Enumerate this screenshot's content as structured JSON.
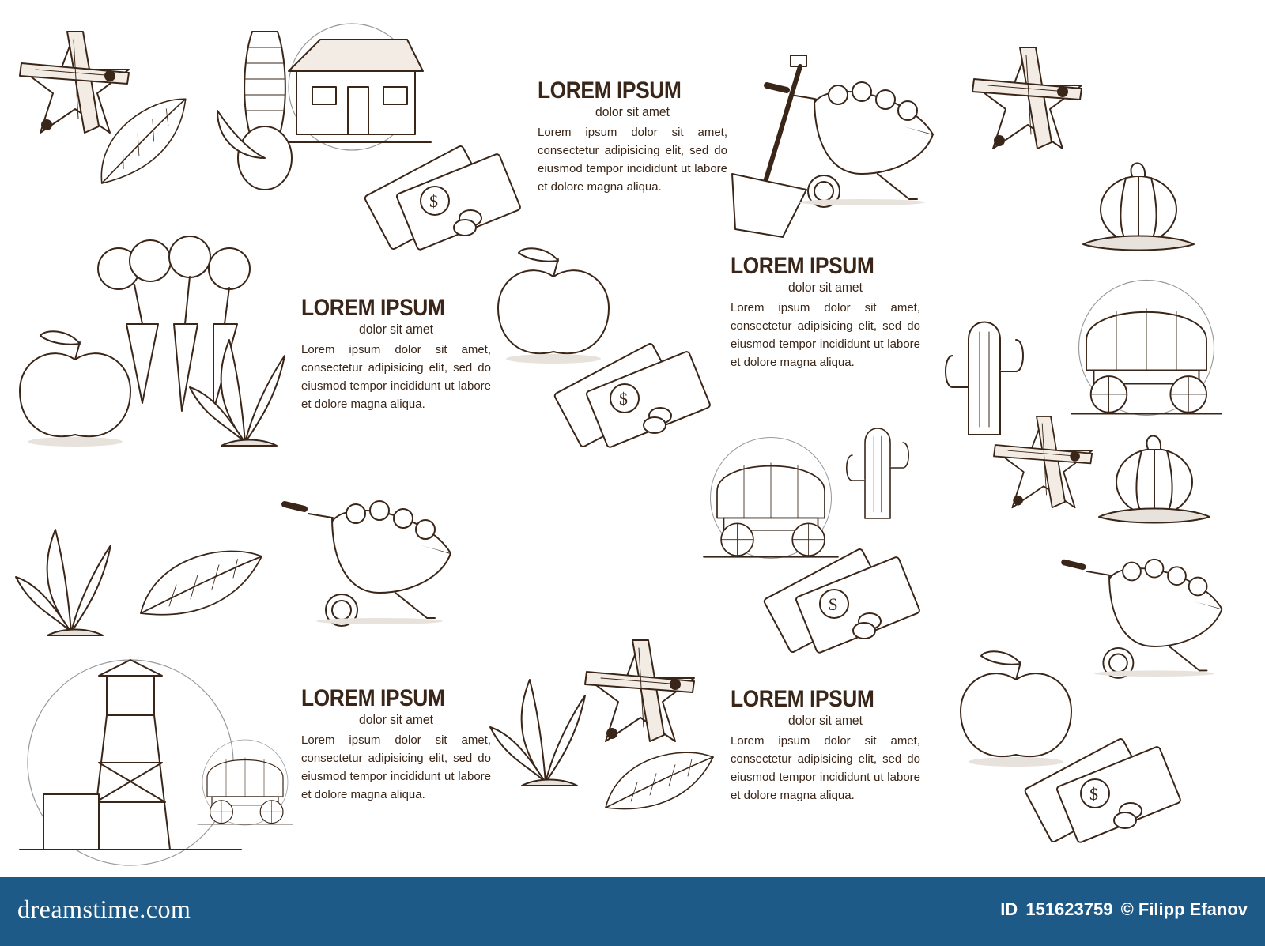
{
  "blocks": [
    {
      "title": "LOREM IPSUM",
      "subtitle": "dolor sit amet",
      "body": "Lorem ipsum dolor sit amet, consectetur adipisicing elit, sed do eiusmod tempor incididunt ut labore et dolore magna aliqua."
    },
    {
      "title": "LOREM IPSUM",
      "subtitle": "dolor sit amet",
      "body": "Lorem ipsum dolor sit amet, consectetur adipisicing elit, sed do eiusmod tempor incididunt ut labore et dolore magna aliqua."
    },
    {
      "title": "LOREM IPSUM",
      "subtitle": "dolor sit amet",
      "body": "Lorem ipsum dolor sit amet, consectetur adipisicing elit, sed do eiusmod tempor incididunt ut labore et dolore magna aliqua."
    },
    {
      "title": "LOREM IPSUM",
      "subtitle": "dolor sit amet",
      "body": "Lorem ipsum dolor sit amet, consectetur adipisicing elit, sed do eiusmod tempor incididunt ut labore et dolore magna aliqua."
    },
    {
      "title": "LOREM IPSUM",
      "subtitle": "dolor sit amet",
      "body": "Lorem ipsum dolor sit amet, consectetur adipisicing elit, sed do eiusmod tempor incididunt ut labore et dolore magna aliqua."
    }
  ],
  "footer": {
    "logo": "dreamstime.com",
    "image_id_label": "ID",
    "image_id": "151623759",
    "author": "© Filipp Efanov"
  },
  "colors": {
    "ink": "#3a2618",
    "footer_bg": "#1e5a88",
    "footer_text": "#ffffff"
  },
  "illustrations": [
    "wooden-star-icon",
    "corn-icon",
    "house-icon",
    "money-icon",
    "wheelbarrow-icon",
    "shovel-icon",
    "pumpkin-icon",
    "carrots-icon",
    "apple-icon",
    "plant-icon",
    "leaves-icon",
    "covered-wagon-icon",
    "cactus-icon",
    "water-tower-icon"
  ]
}
